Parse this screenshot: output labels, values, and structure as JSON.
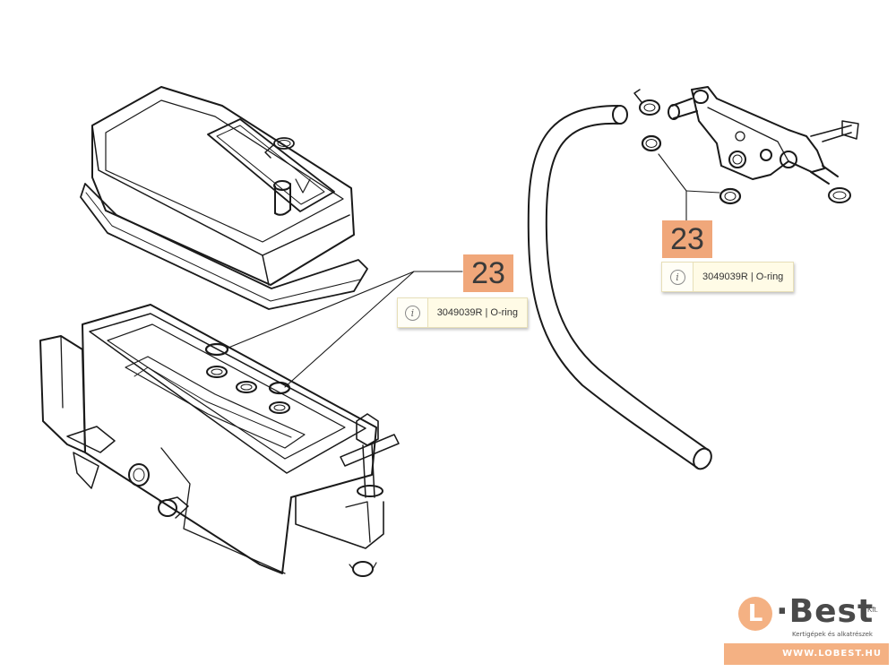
{
  "callouts": [
    {
      "number": "23",
      "label": "3049039R | O-ring"
    },
    {
      "number": "23",
      "label": "3049039R | O-ring"
    }
  ],
  "logo": {
    "mark_letter": "L",
    "wordmark": "·Best",
    "suffix": "Kft.",
    "tagline": "Kertigépek és alkatrészek",
    "url": "WWW.LOBEST.HU"
  },
  "colors": {
    "callout_number_bg": "#f0a77a",
    "info_box_bg": "#fffbe6",
    "brand": "#f4b183",
    "line": "#1a1a1a"
  }
}
